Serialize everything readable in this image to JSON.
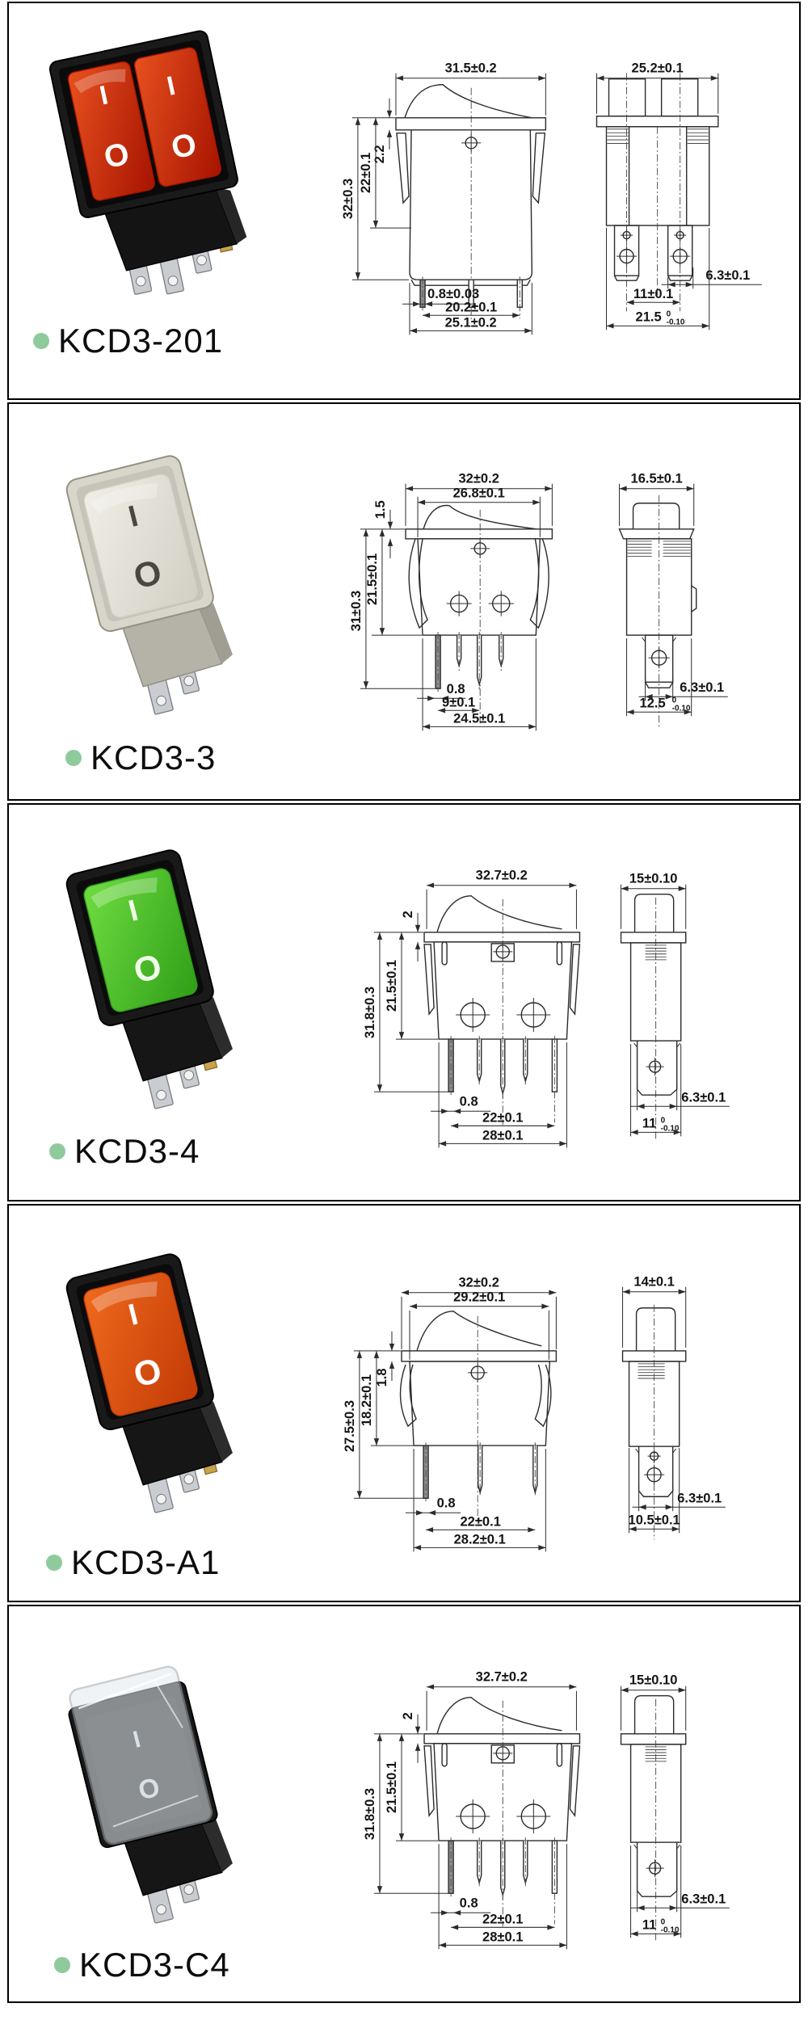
{
  "page": {
    "background": "#ffffff",
    "panel_border": "#000000",
    "bullet_color": "#8fca9c",
    "metal_color": "#c9cdd1",
    "brass_color": "#c9a24c"
  },
  "rows": [
    {
      "model": "KCD3-201",
      "photo": {
        "style": "dual-rocker-red",
        "bezel": "#1a1a1a",
        "rocker": "#e8511f",
        "rocker_dark": "#a61300",
        "mark_color": "#ffffff",
        "marks": [
          "I",
          "O",
          "I",
          "O"
        ]
      },
      "front": {
        "top_width": "31.5±0.2",
        "flange_thk": "2.2",
        "upper_height": "22±0.1",
        "total_height": "32±0.3",
        "pin_width": "0.8±0.03",
        "pin_span": "20.2±0.1",
        "bottom_width": "25.1±0.2"
      },
      "side": {
        "top_width": "25.2±0.1",
        "terminal_width": "6.3±0.1",
        "pin_span": "11±0.1",
        "bottom_width": "21.5",
        "bottom_tol_high": "0",
        "bottom_tol_low": "-0.10"
      }
    },
    {
      "model": "KCD3-3",
      "photo": {
        "style": "single-rocker-ivory",
        "bezel": "#d8d5ca",
        "rocker": "#f0eee6",
        "rocker_dark": "#d2cfc4",
        "mark_color": "#4a473f",
        "marks": [
          "I",
          "O"
        ]
      },
      "front": {
        "top_width": "32±0.2",
        "inner_width": "26.8±0.1",
        "flange_thk": "1.5",
        "upper_height": "21.5±0.1",
        "total_height": "31±0.3",
        "pin_width": "0.8",
        "pin_span": "9±0.1",
        "bottom_width": "24.5±0.1"
      },
      "side": {
        "top_width": "16.5±0.1",
        "terminal_width": "6.3±0.1",
        "bottom_width": "12.5",
        "bottom_tol_high": "0",
        "bottom_tol_low": "-0.10"
      }
    },
    {
      "model": "KCD3-4",
      "photo": {
        "style": "single-rocker-green",
        "bezel": "#191919",
        "rocker": "#6fdd41",
        "rocker_dark": "#2f9e17",
        "mark_color": "#f1ffe9",
        "marks": [
          "I",
          "O"
        ]
      },
      "front": {
        "top_width": "32.7±0.2",
        "flange_thk": "2",
        "upper_height": "21.5±0.1",
        "total_height": "31.8±0.3",
        "pin_width": "0.8",
        "pin_span": "22±0.1",
        "bottom_width": "28±0.1"
      },
      "side": {
        "top_width": "15±0.10",
        "terminal_width": "6.3±0.1",
        "bottom_width": "11",
        "bottom_tol_high": "0",
        "bottom_tol_low": "-0.10"
      }
    },
    {
      "model": "KCD3-A1",
      "photo": {
        "style": "single-rocker-red",
        "bezel": "#191919",
        "rocker": "#ef6a1d",
        "rocker_dark": "#c23a06",
        "mark_color": "#ffffff",
        "marks": [
          "I",
          "O"
        ]
      },
      "front": {
        "top_width": "32±0.2",
        "inner_width": "29.2±0.1",
        "flange_thk": "1.8",
        "upper_height": "18.2±0.1",
        "total_height": "27.5±0.3",
        "pin_width": "0.8",
        "pin_span": "22±0.1",
        "bottom_width": "28.2±0.1"
      },
      "side": {
        "top_width": "14±0.1",
        "terminal_width": "6.3±0.1",
        "bottom_width": "10.5±0.1"
      }
    },
    {
      "model": "KCD3-C4",
      "photo": {
        "style": "single-rocker-clear-cover",
        "bezel": "#191919",
        "rocker": "#e4ebee",
        "rocker_dark": "#b9c2c6",
        "mark_color": "#cfd6d9",
        "marks": [
          "I",
          "O"
        ]
      },
      "front": {
        "top_width": "32.7±0.2",
        "flange_thk": "2",
        "upper_height": "21.5±0.1",
        "total_height": "31.8±0.3",
        "pin_width": "0.8",
        "pin_span": "22±0.1",
        "bottom_width": "28±0.1"
      },
      "side": {
        "top_width": "15±0.10",
        "terminal_width": "6.3±0.1",
        "bottom_width": "11",
        "bottom_tol_high": "0",
        "bottom_tol_low": "-0.10"
      }
    }
  ]
}
